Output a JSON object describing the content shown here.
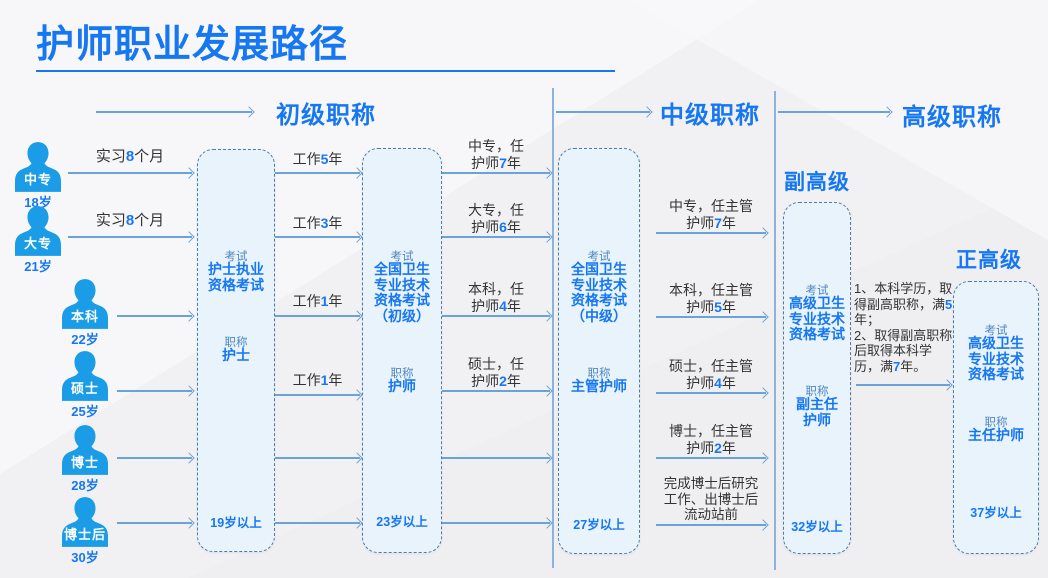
{
  "page": {
    "title": "护师职业发展路径"
  },
  "colors": {
    "accent": "#1677f2",
    "person_icon": "#1a9ce6",
    "arrow": "#6aa3d8",
    "box_background": "#e9f3fc",
    "box_border": "#4d7aa6"
  },
  "headers": {
    "junior": "初级职称",
    "middle": "中级职称",
    "senior": "高级职称",
    "deputy": "副高级",
    "full": "正高级"
  },
  "persons": [
    {
      "name": "中专",
      "age": "18岁"
    },
    {
      "name": "大专",
      "age": "21岁"
    },
    {
      "name": "本科",
      "age": "22岁"
    },
    {
      "name": "硕士",
      "age": "25岁"
    },
    {
      "name": "博士",
      "age": "28岁"
    },
    {
      "name": "博士后",
      "age": "30岁"
    }
  ],
  "boxes": [
    {
      "exam_label": "考试",
      "exam_lines": [
        "护士执业",
        "资格考试"
      ],
      "rank_label": "职称",
      "rank_lines": [
        "护士"
      ],
      "age": "19岁以上"
    },
    {
      "exam_label": "考试",
      "exam_lines": [
        "全国卫生",
        "专业技术",
        "资格考试",
        "（初级）"
      ],
      "rank_label": "职称",
      "rank_lines": [
        "护师"
      ],
      "age": "23岁以上"
    },
    {
      "exam_label": "考试",
      "exam_lines": [
        "全国卫生",
        "专业技术",
        "资格考试",
        "（中级）"
      ],
      "rank_label": "职称",
      "rank_lines": [
        "主管护师"
      ],
      "age": "27岁以上"
    },
    {
      "exam_label": "考试",
      "exam_lines": [
        "高级卫生",
        "专业技术",
        "资格考试"
      ],
      "rank_label": "职称",
      "rank_lines": [
        "副主任",
        "护师"
      ],
      "age": "32岁以上"
    },
    {
      "exam_label": "考试",
      "exam_lines": [
        "高级卫生",
        "专业技术",
        "资格考试"
      ],
      "rank_label": "职称",
      "rank_lines": [
        "主任护师"
      ],
      "age": "37岁以上"
    }
  ],
  "labels": {
    "intern": [
      {
        "pre": "实习",
        "num": "8",
        "post": "个月"
      },
      {
        "pre": "实习",
        "num": "8",
        "post": "个月"
      }
    ],
    "work": [
      {
        "pre": "工作",
        "num": "5",
        "post": "年"
      },
      {
        "pre": "工作",
        "num": "3",
        "post": "年"
      },
      {
        "pre": "工作",
        "num": "1",
        "post": "年"
      },
      {
        "pre": "工作",
        "num": "1",
        "post": "年"
      }
    ],
    "to_junior": [
      {
        "l1": "中专，任",
        "l2pre": "护师",
        "num": "7",
        "l2post": "年"
      },
      {
        "l1": "大专，任",
        "l2pre": "护师",
        "num": "6",
        "l2post": "年"
      },
      {
        "l1": "本科，任",
        "l2pre": "护师",
        "num": "4",
        "l2post": "年"
      },
      {
        "l1": "硕士，任",
        "l2pre": "护师",
        "num": "2",
        "l2post": "年"
      }
    ],
    "to_middle": [
      {
        "l1": "中专，任主管",
        "l2pre": "护师",
        "num": "7",
        "l2post": "年"
      },
      {
        "l1": "本科，任主管",
        "l2pre": "护师",
        "num": "5",
        "l2post": "年"
      },
      {
        "l1": "硕士，任主管",
        "l2pre": "护师",
        "num": "4",
        "l2post": "年"
      },
      {
        "l1": "博士，任主管",
        "l2pre": "护师",
        "num": "2",
        "l2post": "年"
      }
    ],
    "postdoc_lines": [
      "完成博士后研究",
      "工作、出博士后",
      "流动站前"
    ],
    "senior_note": {
      "p1_pre": "1、本科学历，取得副高职称，满",
      "p1_num": "5",
      "p1_post": "年；",
      "p2_pre": "2、取得副高职称后取得本科学历，满",
      "p2_num": "7",
      "p2_post": "年。"
    }
  }
}
